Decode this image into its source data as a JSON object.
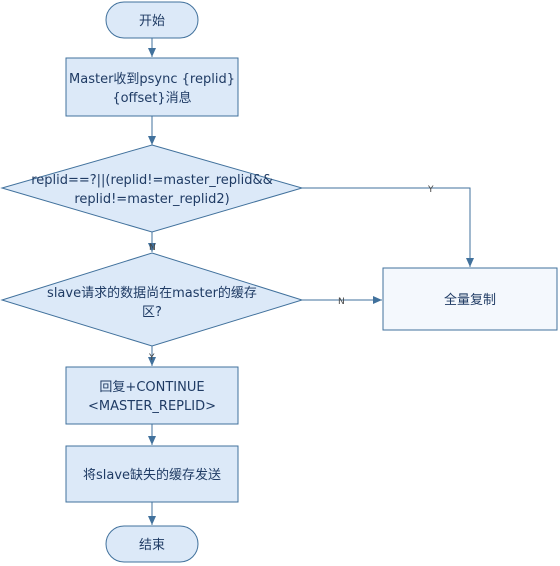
{
  "nodes": {
    "start": {
      "label": "开始"
    },
    "receive_psync": {
      "lines": [
        "Master收到psync {replid}",
        "{offset}消息"
      ]
    },
    "check_replid": {
      "lines": [
        "replid==?||(replid!=master_replid&&",
        "replid!=master_replid2)"
      ]
    },
    "check_cache": {
      "lines": [
        "slave请求的数据尚在master的缓存",
        "区?"
      ]
    },
    "full_resync": {
      "label": "全量复制"
    },
    "reply_continue": {
      "lines": [
        "回复+CONTINUE",
        "<MASTER_REPLID>"
      ]
    },
    "send_missing": {
      "label": "将slave缺失的缓存发送"
    },
    "end": {
      "label": "结束"
    }
  },
  "edges": {
    "replid_yes": "Y",
    "replid_no": "N",
    "cache_no": "N",
    "cache_yes": "Y"
  }
}
